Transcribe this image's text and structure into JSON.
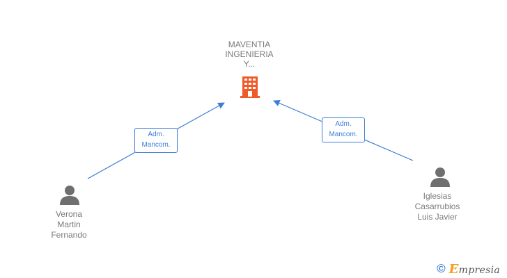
{
  "company": {
    "name_lines": [
      "MAVENTIA",
      "INGENIERIA",
      "Y..."
    ],
    "icon": "building-icon",
    "icon_color": "#f05a28"
  },
  "people": [
    {
      "name_lines": [
        "Verona",
        "Martin",
        "Fernando"
      ],
      "icon": "person-icon",
      "role_lines": [
        "Adm.",
        "Mancom."
      ]
    },
    {
      "name_lines": [
        "Iglesias",
        "Casarrubios",
        "Luis Javier"
      ],
      "icon": "person-icon",
      "role_lines": [
        "Adm.",
        "Mancom."
      ]
    }
  ],
  "colors": {
    "connector": "#3d7dd6",
    "text": "#7a7a7a",
    "person_icon": "#6f6f6f"
  },
  "watermark": {
    "symbol": "©",
    "first_letter": "E",
    "rest": "mpresia"
  }
}
